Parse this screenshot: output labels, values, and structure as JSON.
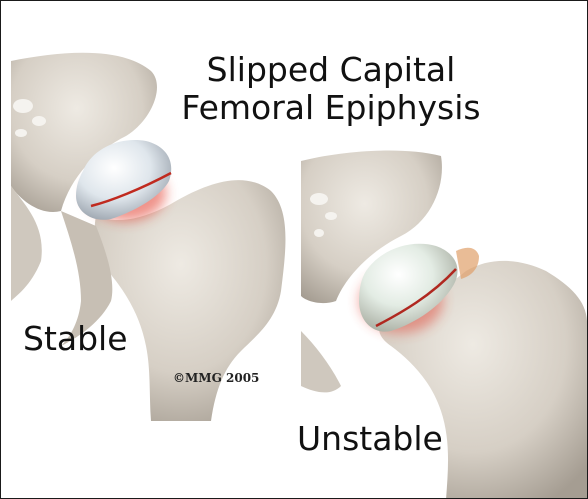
{
  "title_line1": "Slipped Capital",
  "title_line2": "Femoral Epiphysis",
  "label_stable": "Stable",
  "label_unstable": "Unstable",
  "copyright": "©MMG 2005",
  "colors": {
    "bone": "#d9d3ca",
    "bone_shadow": "#a9a196",
    "cartilage": "#e8eef2",
    "slip_highlight": "#e23a2a",
    "text": "#111111"
  }
}
